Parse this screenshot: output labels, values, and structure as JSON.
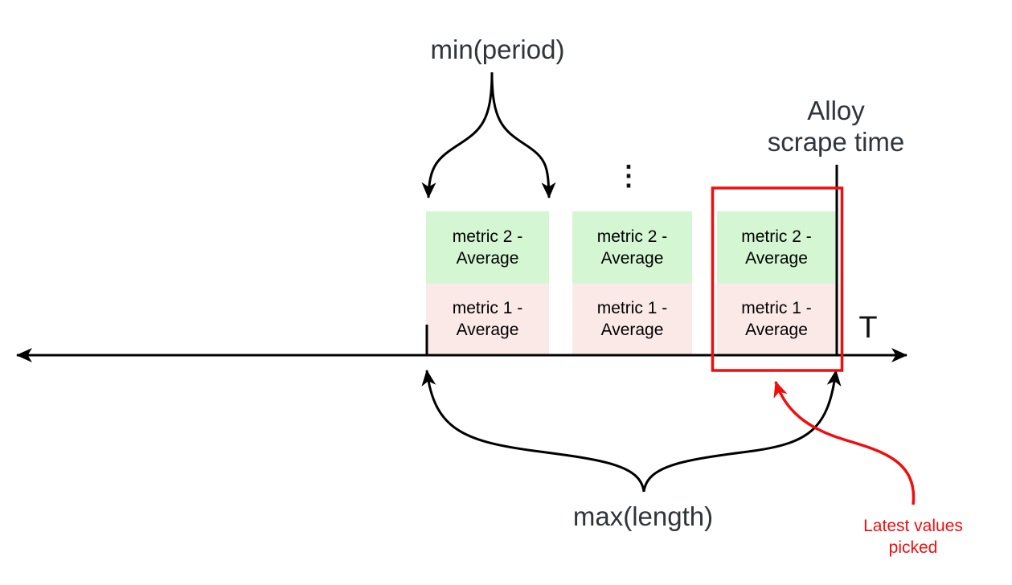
{
  "labels": {
    "min_period": "min(period)",
    "alloy_line1": "Alloy",
    "alloy_line2": "scrape time",
    "axis_t": "T",
    "max_length": "max(length)",
    "latest_line1": "Latest values",
    "latest_line2": "picked",
    "ellipsis": "⋮"
  },
  "groups": [
    {
      "metric2": "metric 2 - Average",
      "metric1": "metric 1 - Average"
    },
    {
      "metric2": "metric 2 - Average",
      "metric1": "metric 1 - Average"
    },
    {
      "metric2": "metric 2 - Average",
      "metric1": "metric 1 - Average"
    }
  ],
  "colors": {
    "metric2_fill": "#d4f6d2",
    "metric1_fill": "#fbe9e7",
    "highlight": "#f20d0d",
    "line": "#000000",
    "text": "#2f353b"
  }
}
